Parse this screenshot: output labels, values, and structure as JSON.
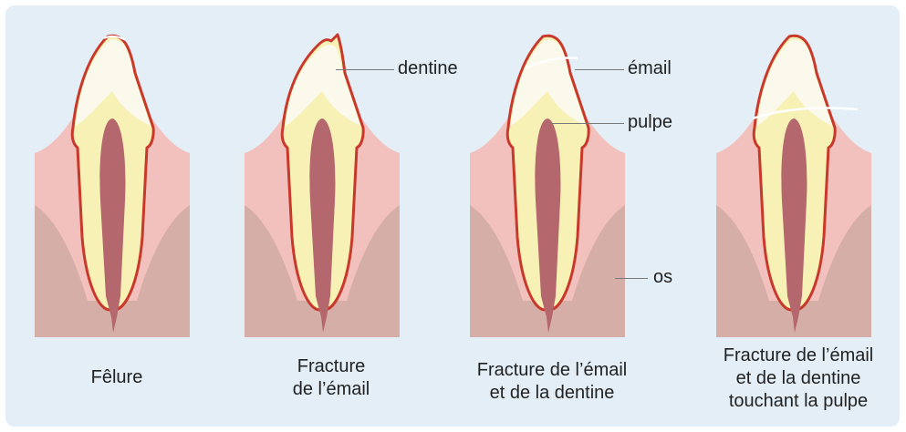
{
  "captions": {
    "c1": "Fêlure",
    "c2_line1": "Fracture",
    "c2_line2": "de l’émail",
    "c3_line1": "Fracture de l’émail",
    "c3_line2": "et de la dentine",
    "c4_line1": "Fracture de l’émail",
    "c4_line2": "et de la dentine",
    "c4_line3": "touchant la pulpe"
  },
  "labels": {
    "dentine": "dentine",
    "email": "émail",
    "pulpe": "pulpe",
    "os": "os"
  },
  "colors": {
    "panel_bg": "#e3eef7",
    "gum": "#f3c1bd",
    "bone": "#d5aea8",
    "root_outline": "#c8392b",
    "dentine": "#f8f1b6",
    "enamel": "#fbf9ec",
    "pulp": "#b4676d"
  }
}
